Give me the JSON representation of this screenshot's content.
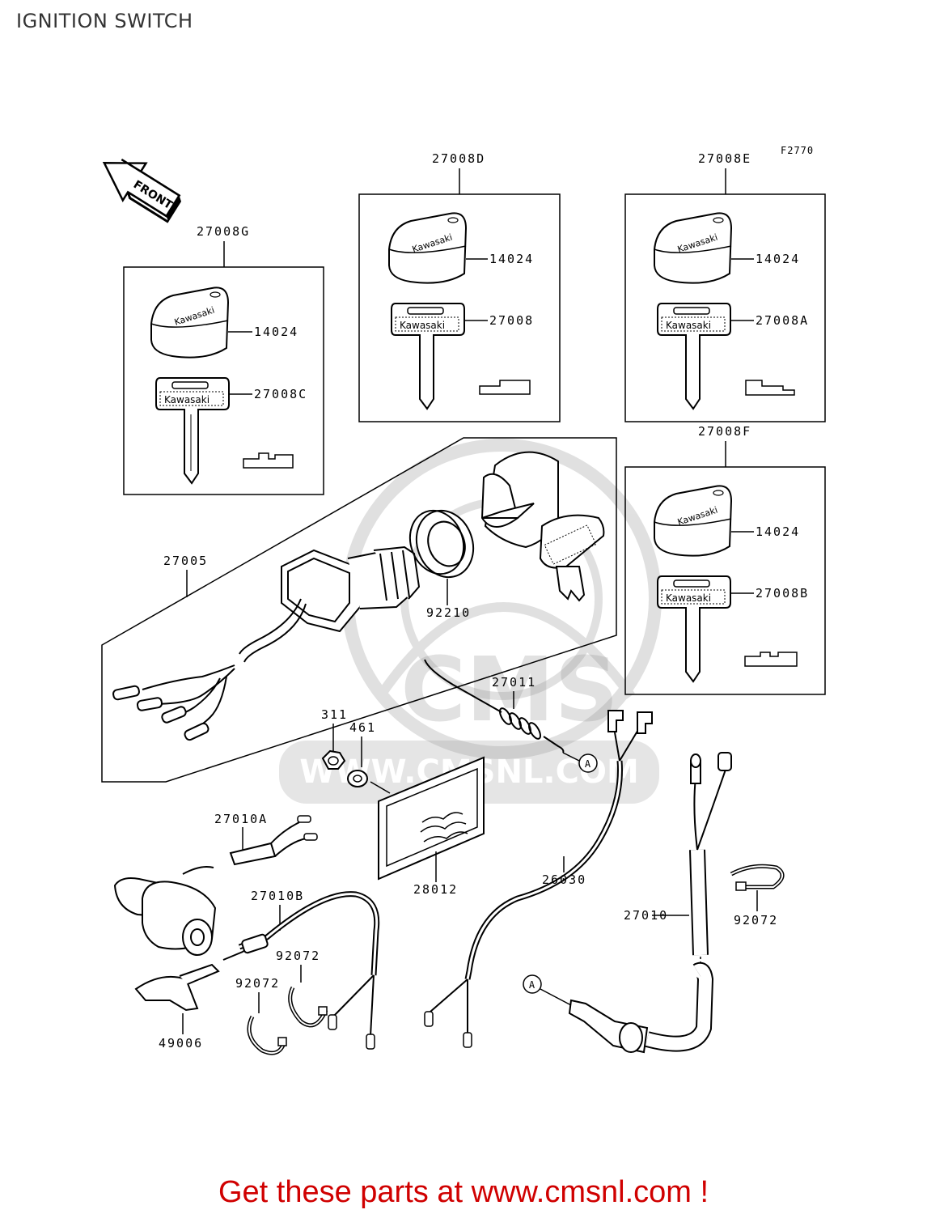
{
  "page": {
    "title": "IGNITION SWITCH",
    "figure_code": "F2770",
    "footer": "Get these parts at www.cmsnl.com !"
  },
  "front_arrow": {
    "label": "FRONT"
  },
  "watermark": {
    "brand": "CMS",
    "url": "WWW.CMSNL.COM"
  },
  "key_brand": "Kawasaki",
  "callout_marker": "A",
  "key_sets": [
    {
      "id": "27008G",
      "items": [
        {
          "part": "14024"
        },
        {
          "part": "27008C"
        }
      ]
    },
    {
      "id": "27008D",
      "items": [
        {
          "part": "14024"
        },
        {
          "part": "27008"
        }
      ]
    },
    {
      "id": "27008E",
      "items": [
        {
          "part": "14024"
        },
        {
          "part": "27008A"
        }
      ]
    },
    {
      "id": "27008F",
      "items": [
        {
          "part": "14024"
        },
        {
          "part": "27008B"
        }
      ]
    }
  ],
  "parts": {
    "switch_assembly": "27005",
    "grommet": "92210",
    "spring": "27011",
    "nut": "311",
    "washer": "461",
    "wire_a": "27010A",
    "wire_b": "27010B",
    "pad": "28012",
    "harness": "26030",
    "wire": "27010",
    "clamp_right": "92072",
    "clamp_mid": "92072",
    "clamp_left": "92072",
    "bracket": "49006"
  }
}
